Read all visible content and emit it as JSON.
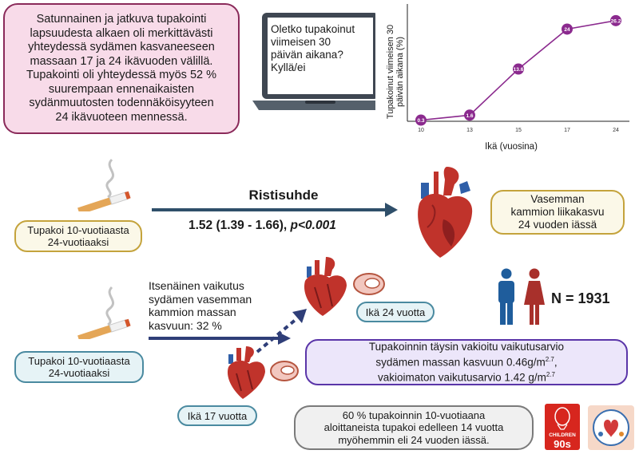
{
  "top_left_box": "Satunnainen ja jatkuva tupakointi\nlapsuudesta alkaen oli merkittävästi\nyhteydessä sydämen kasvaneeseen\nmassaan 17 ja 24 ikävuoden välillä.\nTupakointi oli yhteydessä myös 52 %\nsuurempaan ennenaikaisten\nsydänmuutosten todennäköisyyteen\n24 ikävuoteen mennessä.",
  "laptop_question": "Oletko tupakoinut\nviimeisen 30\npäivän aikana?\nKyllä/ei",
  "chart_data": {
    "type": "line",
    "x": [
      10,
      13,
      15,
      17,
      24
    ],
    "values": [
      0.3,
      1.6,
      13.6,
      24,
      26.2
    ],
    "point_labels": [
      "0.3",
      "1.6",
      "13.6",
      "24",
      "26.2"
    ],
    "ylabel": "Tupakoinut viimeisen 30 päivän aikana (%)",
    "xlabel": "Ikä (vuosina)",
    "categories": [
      "10",
      "13",
      "15",
      "17",
      "24"
    ],
    "line_color": "#8b2a8e",
    "grid": false
  },
  "row1": {
    "smoker_label": "Tupakoi 10-vuotiaasta\n24-vuotiaaksi",
    "arrow_title": "Ristisuhde",
    "odds_value": "1.52 (1.39 - 1.66), ",
    "p_value": "p<0.001",
    "outcome_label": "Vasemman\nkammion liikakasvu\n24 vuoden iässä"
  },
  "row2": {
    "effect_text": "Itsenäinen vaikutus\nsydämen vasemman\nkammion massan\nkasvuun: 32 %",
    "smoker_label": "Tupakoi 10-vuotiaasta\n24-vuotiaaksi",
    "age24_label": "Ikä 24 vuotta",
    "age17_label": "Ikä 17 vuotta",
    "n_label": "N = 1931",
    "adjusted_line1": "Tupakoinnin täysin vakioitu vaikutusarvio",
    "adjusted_line2": "sydämen massan kasvuun 0.46g/m",
    "adjusted_sup": "2.7",
    "adjusted_line2_end": ",",
    "unadjusted_line": "vakioimaton vaikutusarvio 1.42 g/m",
    "unadjusted_sup": "2.7",
    "bottom_note": "60 % tupakoinnin 10-vuotiaana\naloittaneista tupakoi edelleen 14 vuotta\nmyöhemmin eli 24 vuoden iässä."
  },
  "logo_children": "CHILDREN",
  "logo_90s": "90s",
  "colors": {
    "arrow": "#2f4f6a",
    "heart_red": "#c0332b",
    "heart_dark": "#8e1f1f",
    "man_blue": "#1f5d9c",
    "woman_red": "#a8302b"
  }
}
